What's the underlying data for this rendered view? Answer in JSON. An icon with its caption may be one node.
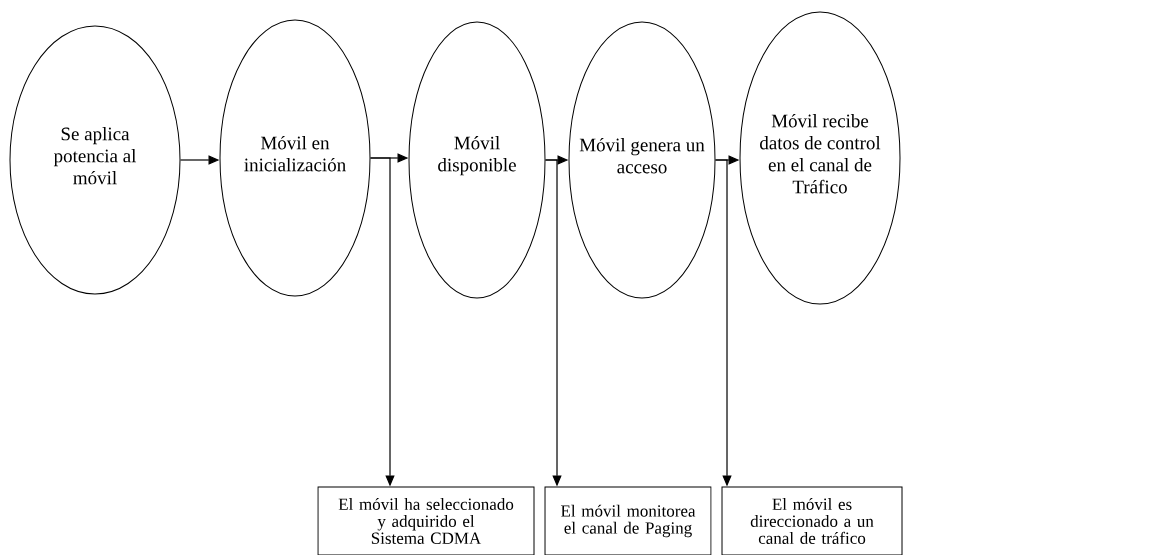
{
  "diagram": {
    "nodes": [
      {
        "text": [
          "Se aplica potencia al móvil"
        ]
      },
      {
        "text": [
          "Móvil en inicialización"
        ]
      },
      {
        "text": [
          "Móvil disponible"
        ]
      },
      {
        "text": [
          "Móvil genera un acceso"
        ]
      },
      {
        "text": [
          "Móvil recibe datos de control en el canal de Tráfico"
        ]
      },
      {
        "text": [
          "El móvil ha seleccionado y adquirido el Sistema CDMA"
        ]
      },
      {
        "text": [
          "El móvil monitorea el canal de Paging"
        ]
      },
      {
        "text": [
          "El móvil es direccionado a un canal de tráfico"
        ]
      }
    ],
    "edges": [
      {
        "from": 0,
        "to": 1,
        "arrow": "to"
      },
      {
        "from": 1,
        "to": 2,
        "arrow": "to"
      },
      {
        "from": 2,
        "to": 3,
        "arrow": "to"
      },
      {
        "from": 3,
        "to": 4,
        "arrow": "to"
      },
      {
        "from": 1,
        "to": 5,
        "arrow": "to"
      },
      {
        "from": 2,
        "to": 6,
        "arrow": "to"
      },
      {
        "from": 3,
        "to": 7,
        "arrow": "to"
      }
    ]
  }
}
